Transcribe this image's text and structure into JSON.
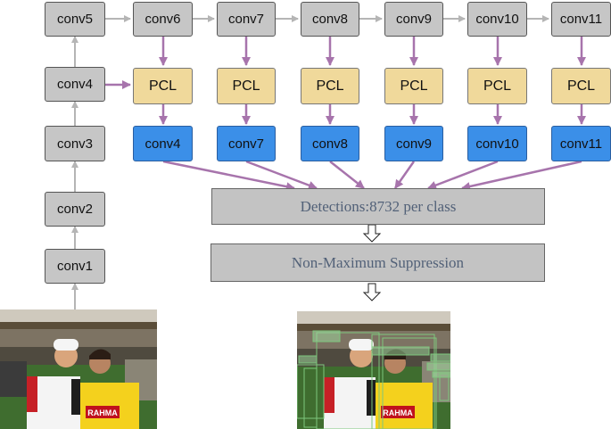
{
  "backbone": {
    "conv1": "conv1",
    "conv2": "conv2",
    "conv3": "conv3",
    "conv4": "conv4",
    "conv5": "conv5"
  },
  "top_row": [
    "conv6",
    "conv7",
    "conv8",
    "conv9",
    "conv10",
    "conv11"
  ],
  "pcl_label": "PCL",
  "feature_row": [
    "conv4",
    "conv7",
    "conv8",
    "conv9",
    "conv10",
    "conv11"
  ],
  "detections_label": "Detections:8732 per class",
  "nms_label": "Non-Maximum Suppression",
  "input_photo": {
    "jersey_text": "RAHMA"
  },
  "output_photo": {
    "jersey_text": "RAHMA"
  },
  "colors": {
    "gray_box": "#c6c6c6",
    "pcl_box": "#f0d99b",
    "blue_box": "#3b8fe8",
    "gray_arrow": "#b5b5b5",
    "purple_arrow": "#a774ac",
    "detection_box": "#7ec77e"
  }
}
